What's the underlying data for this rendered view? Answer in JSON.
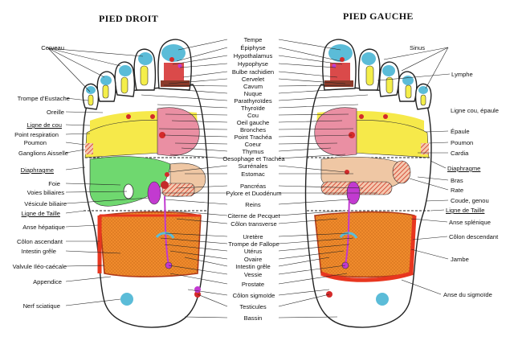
{
  "titles": {
    "right_foot": "PIED DROIT",
    "left_foot": "PIED GAUCHE"
  },
  "left_labels": [
    "Cerveau",
    "Trompe d'Eustache",
    "Oreille",
    "Ligne de cou",
    "Point respiration",
    "Poumon",
    "Ganglions Aisselle",
    "Diaphragme",
    "Foie",
    "Voies biliaires",
    "Vésicule biliaire",
    "Ligne de Taille",
    "Anse hépatique",
    "Côlon ascendant",
    "Intestin grêle",
    "Valvule Iléo-caécale",
    "Appendice",
    "Nerf sciatique"
  ],
  "center_labels": [
    "Tempe",
    "Épiphyse",
    "Hypothalamus",
    "Hypophyse",
    "Bulbe rachidien",
    "Cervelet",
    "Cavum",
    "Nuque",
    "Parathyroïdes",
    "Thyroïde",
    "Cou",
    "Oeil gauche",
    "Bronches",
    "Point Trachéa",
    "Coeur",
    "Thymus",
    "Oesophage et Trachéa",
    "Surrénales",
    "Estomac",
    "Pancréas",
    "Pylore et Duodénum",
    "Reins",
    "Citerne de Pecquet",
    "Côlon transverse",
    "Uretère",
    "Trompe de Fallope",
    "Utérus",
    "Ovaire",
    "Intestin grêle",
    "Vessie",
    "Prostate",
    "Côlon sigmoïde",
    "Testicules",
    "Bassin"
  ],
  "right_labels": [
    "Sinus",
    "Lymphe",
    "Ligne cou, épaule",
    "Épaule",
    "Poumon",
    "Cardia",
    "Diaphragme",
    "Bras",
    "Rate",
    "Coude, genou",
    "Ligne de Taille",
    "Anse splénique",
    "Côlon descendant",
    "Jambe",
    "Anse du sigmoïde"
  ],
  "colors": {
    "toe_blue": "#5bbcd8",
    "toe_yellow": "#f4ee4a",
    "brain_red": "#d42a2a",
    "lung_yellow": "#f6e94a",
    "heart_pink": "#ea8fa3",
    "liver_green": "#6fd86f",
    "stomach_peach": "#efc7a4",
    "gallbladder_purple": "#c23ad0",
    "intestine_orange": "#f08b2c",
    "colon_red": "#e8361f",
    "kidney_red": "#c42a2a",
    "outline": "#222222"
  }
}
